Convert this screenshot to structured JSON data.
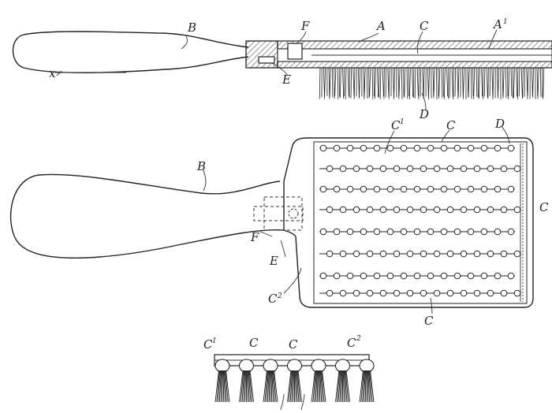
{
  "figure": {
    "colors": {
      "ink": "#222222",
      "paper": "#ffffff",
      "hatch": "#444444"
    }
  },
  "labels": {
    "fig1_B": "B",
    "fig1_F": "F",
    "fig1_A": "A",
    "fig1_C": "C",
    "fig1_A1": "A",
    "fig1_A1_sup": "1",
    "fig1_E": "E",
    "fig1_D": "D",
    "fig1_x": "x",
    "fig2_B": "B",
    "fig2_C1": "C",
    "fig2_C1_sup": "1",
    "fig2_C": "C",
    "fig2_D": "D",
    "fig2_Cright": "C",
    "fig2_F": "F",
    "fig2_E": "E",
    "fig2_C2": "C",
    "fig2_C2_sup": "2",
    "fig2_Cbottom": "C",
    "fig3_C1": "C",
    "fig3_C1_sup": "1",
    "fig3_C": "C",
    "fig3_Cmid": "C",
    "fig3_C2": "C",
    "fig3_C2_sup": "2"
  }
}
